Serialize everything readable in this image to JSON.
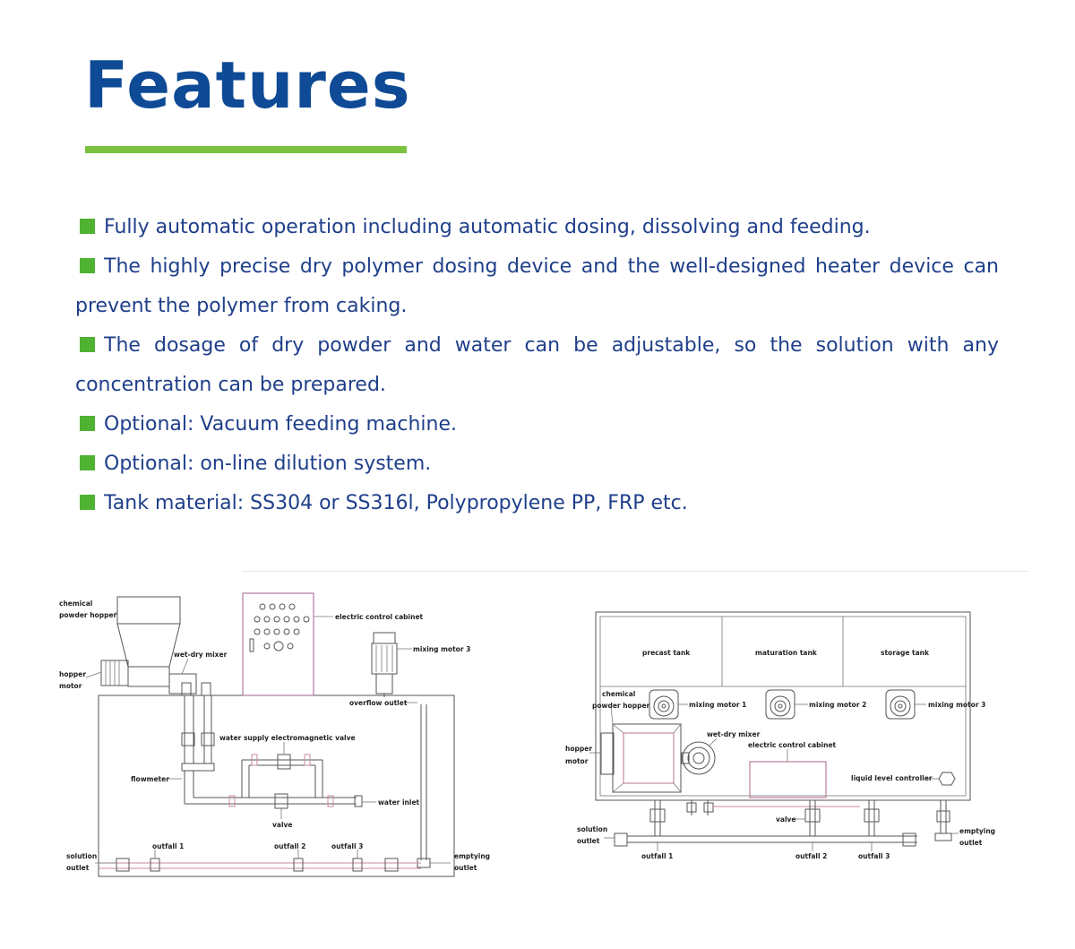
{
  "heading": {
    "title": "Features"
  },
  "features": [
    {
      "text": "Fully automatic operation including automatic dosing, dissolving and feeding."
    },
    {
      "text": "The highly precise dry polymer dosing device and the well-designed heater device can prevent the polymer from caking."
    },
    {
      "text": "The dosage of dry powder and water can be adjustable, so the solution with any concentration can be prepared."
    },
    {
      "text": "Optional: Vacuum feeding machine."
    },
    {
      "text": "Optional: on-line dilution system."
    },
    {
      "text": "Tank material: SS304 or SS316l, Polypropylene PP, FRP etc."
    }
  ],
  "colors": {
    "title": "#0e4a95",
    "accent_bar": "#7cc242",
    "bullet": "#4fb233",
    "body_text": "#1f3f8a"
  },
  "front_diagram": {
    "labels": {
      "chemical_powder_hopper_1": "chemical",
      "chemical_powder_hopper_2": "powder hopper",
      "hopper_motor_1": "hopper",
      "hopper_motor_2": "motor",
      "wet_dry_mixer": "wet-dry mixer",
      "electric_control_cabinet": "electric control cabinet",
      "mixing_motor_3": "mixing motor 3",
      "overflow_outlet": "overflow outlet",
      "water_supply_valve": "water supply electromagnetic valve",
      "flowmeter": "flowmeter",
      "water_inlet": "water inlet",
      "valve": "valve",
      "outfall_1": "outfall 1",
      "outfall_2": "outfall 2",
      "outfall_3": "outfall 3",
      "solution_outlet_1": "solution",
      "solution_outlet_2": "outlet",
      "emptying_outlet_1": "emptying",
      "emptying_outlet_2": "outlet"
    }
  },
  "top_diagram": {
    "labels": {
      "precast_tank": "precast tank",
      "maturation_tank": "maturation tank",
      "storage_tank": "storage tank",
      "chemical_powder_hopper_1": "chemical",
      "chemical_powder_hopper_2": "powder hopper",
      "mixing_motor_1": "mixing motor 1",
      "mixing_motor_2": "mixing motor 2",
      "mixing_motor_3": "mixing motor 3",
      "hopper_motor_1": "hopper",
      "hopper_motor_2": "motor",
      "wet_dry_mixer": "wet-dry mixer",
      "electric_control_cabinet": "electric control cabinet",
      "liquid_level_controller": "liquid level controller",
      "valve": "valve",
      "solution_outlet_1": "solution",
      "solution_outlet_2": "outlet",
      "emptying_outlet_1": "emptying",
      "emptying_outlet_2": "outlet",
      "outfall_1": "outfall 1",
      "outfall_2": "outfall 2",
      "outfall_3": "outfall 3"
    }
  }
}
